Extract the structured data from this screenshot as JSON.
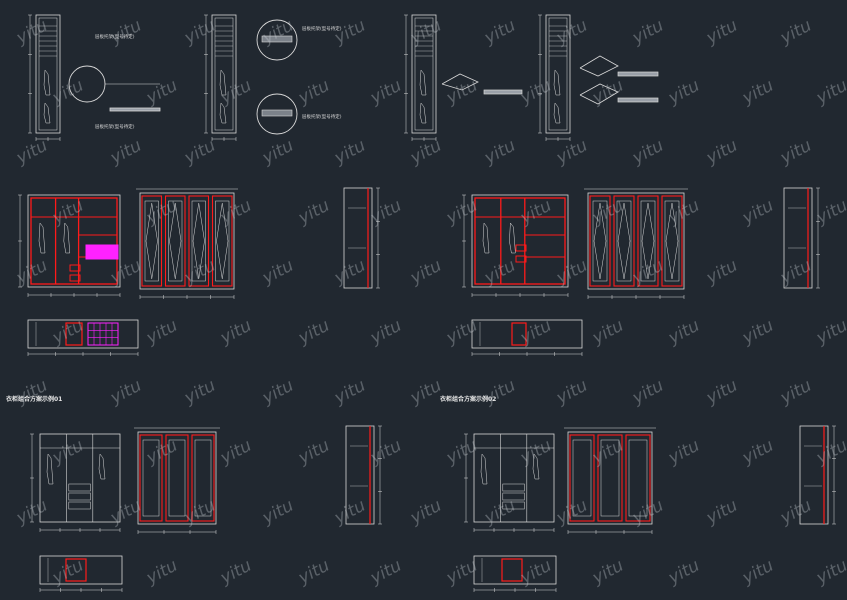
{
  "sheet_titles": {
    "left": "衣柜组合方案示例01",
    "right": "衣柜组合方案示例02"
  },
  "watermark": {
    "text": "yitu"
  },
  "callouts": {
    "a": "层板托架(型号待定)",
    "b": "层板托架(型号待定)",
    "c": "层板托架(型号待定)",
    "d": "层板托架(型号待定)"
  },
  "colors": {
    "background": "#212830",
    "line": "#d8d8d8",
    "accent_red": "#ff1a1a",
    "accent_magenta": "#ff22ff",
    "dimension": "#d8d8d8"
  }
}
